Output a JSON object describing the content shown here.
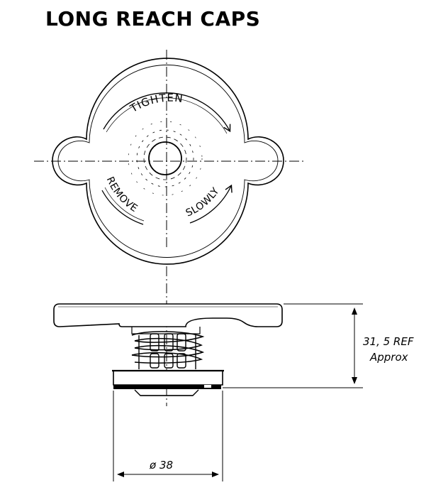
{
  "title": "LONG REACH CAPS",
  "top_view": {
    "arc_labels": {
      "tighten": "TIGHTEN",
      "remove": "REMOVE",
      "slowly": "SLOWLY"
    }
  },
  "dimensions": {
    "height_value": "31, 5  REF",
    "height_note": "Approx",
    "diameter": "ø 38"
  },
  "colors": {
    "ink": "#000000",
    "background": "#ffffff"
  }
}
